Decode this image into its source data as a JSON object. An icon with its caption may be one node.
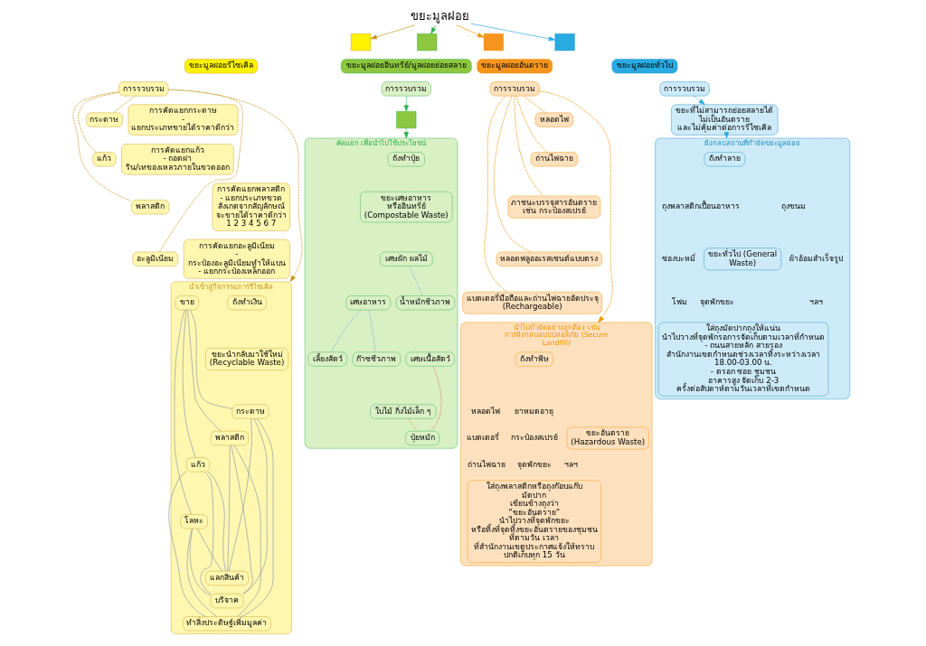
{
  "diagram": {
    "nodes": [
      {
        "text": [
          "ขยะมูลฝอย"
        ]
      },
      {
        "text": [],
        "shape": "box"
      },
      {
        "text": [
          "ขยะมูลฝอยรีไซเคิล"
        ]
      },
      {
        "text": [
          "การรวบรวม"
        ]
      },
      {
        "text": [
          "กระดาษ"
        ]
      },
      {
        "text": [
          "การคัดแยกกระดาษ",
          "- แยกประเภทขายได้ราคาดีกว่า"
        ]
      },
      {
        "text": [
          "แก้ว"
        ]
      },
      {
        "text": [
          "การคัดแยกแก้ว",
          "- ถอดฝา ริน/เทของเหลวภายในขวดออก"
        ]
      },
      {
        "text": [
          "พลาสติก"
        ]
      },
      {
        "text": [
          "การคัดแยกพลาสติก",
          "- แยกประเภทขวด สังเกตจากสัญลักษณ์ จะขายได้ราคาดีกว่า",
          "1 2 3 4 5 6 7"
        ]
      },
      {
        "text": [
          "อะลูมิเนียม"
        ]
      },
      {
        "text": [
          "การคัดแยกอะลูมิเนียม",
          "- กระป๋องอะลูมิเนียมทำให้แบน",
          "- แยกกระป๋องเหล็กออก"
        ]
      },
      {
        "text": [
          "นำเข้าสู่กิจกรรมการรีไซเคิล"
        ]
      },
      {
        "text": [
          "ถังทำเงิน"
        ],
        "in": 12
      },
      {
        "text": [
          "ขยะนำกลับมาใช้ใหม่ (Recyclable Waste)"
        ],
        "in": 12
      },
      {
        "text": [
          "กระดาษ"
        ],
        "in": 12
      },
      {
        "text": [
          "พลาสติก"
        ],
        "in": 12
      },
      {
        "text": [
          "แก้ว"
        ],
        "in": 12
      },
      {
        "text": [
          "โลหะ"
        ],
        "in": 12
      },
      {
        "text": [
          "ขาย"
        ],
        "in": 12
      },
      {
        "text": [
          "แลกสินค้า"
        ],
        "in": 12
      },
      {
        "text": [
          "บริจาค"
        ],
        "in": 12
      },
      {
        "text": [
          "ทำสิ่งประดิษฐ์เพิ่มมูลค่า"
        ],
        "in": 12
      },
      {
        "text": [],
        "shape": "box"
      },
      {
        "text": [
          "ขยะมูลฝอยอินทรีย์/มูลฝอยย่อยสลาย"
        ]
      },
      {
        "text": [
          "การรวบรวม"
        ]
      },
      {
        "text": [],
        "shape": "box"
      },
      {
        "text": [
          "คัดแยก เพื่อนำไปใช้ประโยชน์"
        ]
      },
      {
        "text": [
          "ถังทำปุ๋ย"
        ],
        "in": 27
      },
      {
        "text": [
          "ขยะเศษอาหาร หรืออินทรีย์ (Compostable Waste)"
        ],
        "in": 27
      },
      {
        "text": [
          "เศษผัก ผลไม้"
        ],
        "in": 27
      },
      {
        "text": [
          "เศษอาหาร"
        ],
        "in": 27
      },
      {
        "text": [
          "เศษเนื้อสัตว์"
        ],
        "in": 27
      },
      {
        "text": [
          "ใบไม้ กิ่งไม้เล็ก ๆ"
        ],
        "in": 27
      },
      {
        "text": [
          "น้ำหมักชีวภาพ"
        ],
        "in": 27
      },
      {
        "text": [
          "ปุ๋ยหมัก"
        ],
        "in": 27
      },
      {
        "text": [
          "เลี้ยงสัตว์"
        ],
        "in": 27
      },
      {
        "text": [
          "ก๊าซชีวภาพ"
        ],
        "in": 27
      },
      {
        "text": [],
        "shape": "box"
      },
      {
        "text": [
          "ขยะมูลฝอยอันตราย"
        ]
      },
      {
        "text": [
          "การรวบรวม"
        ]
      },
      {
        "text": [
          "หลอดไฟ"
        ]
      },
      {
        "text": [
          "ถ่านไฟฉาย"
        ]
      },
      {
        "text": [
          "ภาชนะบรรจุสารอันตราย เช่น กระป๋องสเปรย์"
        ]
      },
      {
        "text": [
          "หลอดฟลูออเรสเซนต์แบบตรง"
        ]
      },
      {
        "text": [
          "แบตเตอรี่มือถือและถ่านไฟฉายอัดประจุ (Rechargeable)"
        ]
      },
      {
        "text": [
          "นำไปกำจัดอย่างถูกต้อง เช่น การฝังกลบแบบปลอดภัย (Secure Landfill)"
        ]
      },
      {
        "text": [
          "ถังทำพิษ"
        ],
        "in": 46
      },
      {
        "text": [
          "ขยะอันตราย (Hazardous Waste)"
        ],
        "in": 46
      },
      {
        "text": [
          "ใส่ถุงพลาสติกหรือถุงก๊อบแก๊บ มัดปาก เขียนข้างถุงว่า “ขยะอันตราย” นำไปวางที่จุดพักขยะ",
          "หรือทิ้งที่จุดทิ้งขยะอันตรายของชุมชน ที่ตามวัน เวลา ที่สำนักงานเขตประกาศแจ้งให้ทราบ ปกติเก็บทุก 15 วัน"
        ],
        "in": 46
      },
      {
        "text": [],
        "shape": "box"
      },
      {
        "text": [
          "ขยะมูลฝอยทั่วไป"
        ]
      },
      {
        "text": [
          "การรวบรวม"
        ]
      },
      {
        "text": [
          "ขยะที่ไม่สามารถย่อยสลายได้ ไม่เป็นอันตราย และไม่คุ้มค่าต่อการรีไซเคิล"
        ]
      },
      {
        "text": [
          "ฝังกลบสถานที่กำจัดขยะมูลฝอย"
        ]
      },
      {
        "text": [
          "ถังทำลาย"
        ],
        "in": 54
      },
      {
        "text": [
          "ขยะทั่วไป (General Waste)"
        ],
        "in": 54
      },
      {
        "text": [
          "ใส่ถุงมัดปากถุงให้แน่น นำไปวางที่จุดพักรอการจัดเก็บตามเวลาที่กำหนด",
          "- ถนนสายหลัก สายรอง สำนักงานเขตกำหนดช่วงเวลาทิ้งระหว่างเวลา 18.00-03.00 น.",
          "- ตรอก ซอย ชุมชน อาคารสูง จัดเก็บ 2-3 ครั้งต่อสัปดาห์ตามวันเวลาที่เขตกำหนด"
        ],
        "in": 54
      }
    ],
    "edges": [
      {
        "from": 0,
        "to": 1,
        "arrow": "to",
        "color": "#c8961e"
      },
      {
        "from": 0,
        "to": 23,
        "arrow": "to",
        "color": "#2bb24c"
      },
      {
        "from": 0,
        "to": 38,
        "arrow": "to",
        "color": "#f39200"
      },
      {
        "from": 0,
        "to": 50,
        "arrow": "to",
        "color": "#29abe2"
      },
      {
        "from": 3,
        "to": 4,
        "arrow": "none",
        "style": "dashed",
        "color": "#c8961e"
      },
      {
        "from": 3,
        "to": 6,
        "arrow": "none",
        "style": "dashed",
        "color": "#c8961e"
      },
      {
        "from": 3,
        "to": 8,
        "arrow": "none",
        "style": "dashed",
        "color": "#c8961e"
      },
      {
        "from": 3,
        "to": 10,
        "arrow": "none",
        "style": "dashed",
        "color": "#c8961e"
      },
      {
        "from": 3,
        "to": 12,
        "arrow": "to",
        "style": "dashed",
        "color": "#c8961e"
      },
      {
        "from": 15,
        "to": 19,
        "arrow": "none",
        "color": "#8c9aa6"
      },
      {
        "from": 15,
        "to": 20,
        "arrow": "none",
        "color": "#8c9aa6"
      },
      {
        "from": 15,
        "to": 21,
        "arrow": "none",
        "color": "#8c9aa6"
      },
      {
        "from": 15,
        "to": 22,
        "arrow": "none",
        "color": "#8c9aa6"
      },
      {
        "from": 16,
        "to": 19,
        "arrow": "none",
        "color": "#8c9aa6"
      },
      {
        "from": 16,
        "to": 20,
        "arrow": "none",
        "color": "#8c9aa6"
      },
      {
        "from": 16,
        "to": 21,
        "arrow": "none",
        "color": "#8c9aa6"
      },
      {
        "from": 16,
        "to": 22,
        "arrow": "none",
        "color": "#8c9aa6"
      },
      {
        "from": 17,
        "to": 19,
        "arrow": "none",
        "color": "#8c9aa6"
      },
      {
        "from": 17,
        "to": 20,
        "arrow": "none",
        "color": "#8c9aa6"
      },
      {
        "from": 17,
        "to": 21,
        "arrow": "none",
        "color": "#8c9aa6"
      },
      {
        "from": 17,
        "to": 22,
        "arrow": "none",
        "color": "#8c9aa6"
      },
      {
        "from": 18,
        "to": 19,
        "arrow": "none",
        "color": "#8c9aa6"
      },
      {
        "from": 18,
        "to": 20,
        "arrow": "none",
        "color": "#8c9aa6"
      },
      {
        "from": 18,
        "to": 21,
        "arrow": "none",
        "color": "#8c9aa6"
      },
      {
        "from": 18,
        "to": 22,
        "arrow": "none",
        "color": "#8c9aa6"
      },
      {
        "from": 25,
        "to": 26,
        "arrow": "to",
        "style": "dashed",
        "color": "#2bb24c"
      },
      {
        "from": 26,
        "to": 27,
        "arrow": "to",
        "style": "dashed",
        "color": "#2bb24c"
      },
      {
        "from": 30,
        "to": 34,
        "arrow": "none",
        "style": "dashed",
        "color": "#7fb3d5"
      },
      {
        "from": 31,
        "to": 36,
        "arrow": "none",
        "style": "dashed",
        "color": "#7fb3d5"
      },
      {
        "from": 31,
        "to": 37,
        "arrow": "none",
        "style": "dashed",
        "color": "#7fb3d5"
      },
      {
        "from": 32,
        "to": 35,
        "arrow": "none",
        "style": "dashed",
        "color": "#e07b6a"
      },
      {
        "from": 33,
        "to": 35,
        "arrow": "none",
        "style": "dashed",
        "color": "#e0a84a"
      },
      {
        "from": 40,
        "to": 41,
        "arrow": "none",
        "style": "dashed",
        "color": "#f39200"
      },
      {
        "from": 40,
        "to": 42,
        "arrow": "none",
        "style": "dashed",
        "color": "#f39200"
      },
      {
        "from": 40,
        "to": 43,
        "arrow": "none",
        "style": "dashed",
        "color": "#f39200"
      },
      {
        "from": 40,
        "to": 44,
        "arrow": "none",
        "style": "dashed",
        "color": "#f39200"
      },
      {
        "from": 40,
        "to": 45,
        "arrow": "none",
        "style": "dashed",
        "color": "#f39200"
      },
      {
        "from": 40,
        "to": 46,
        "arrow": "to",
        "style": "dashed",
        "color": "#f39200"
      },
      {
        "from": 52,
        "to": 53,
        "arrow": "to",
        "style": "dashed",
        "color": "#29abe2"
      },
      {
        "from": 53,
        "to": 54,
        "arrow": "to",
        "style": "dashed",
        "color": "#29abe2"
      }
    ],
    "labels": [
      "หลอดไฟ",
      "แบตเตอรี่",
      "ถ่านไฟฉาย",
      "ยาหมดอายุ",
      "กระป๋องสเปรย์",
      "ฯลฯ",
      "จุดพักขยะ",
      "ถุงพลาสติกเปื้อนอาหาร",
      "ซองบะหมี่",
      "โฟม",
      "ถุงขนม",
      "ผ้าอ้อมสำเร็จรูป",
      "ฯลฯ",
      "จุดพักขยะ"
    ]
  }
}
